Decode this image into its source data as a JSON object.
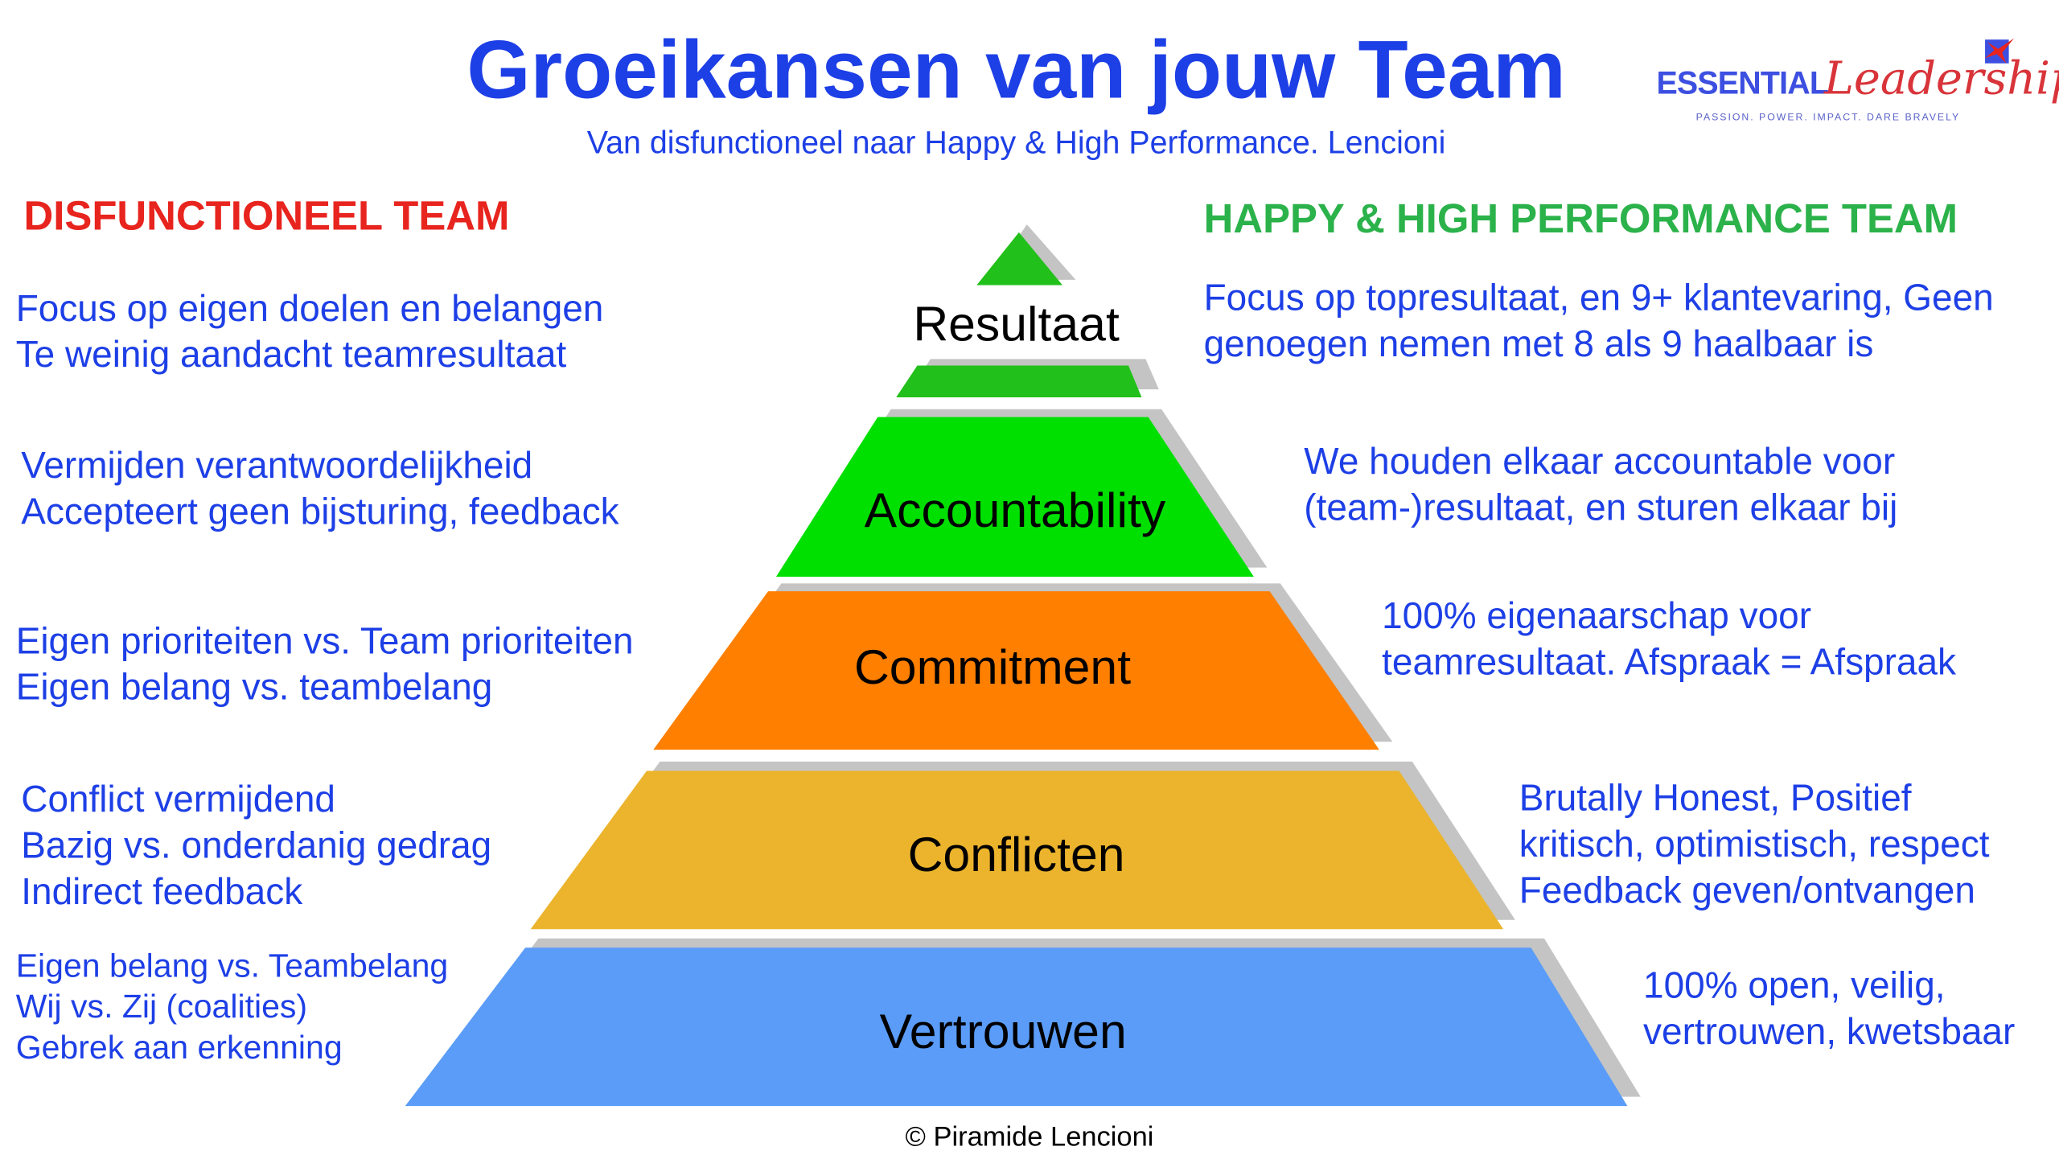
{
  "title": "Groeikansen van jouw Team",
  "subtitle": "Van disfunctioneel naar Happy & High Performance. Lencioni",
  "logo": {
    "brand": "ESSENTIAL",
    "script": "Leadership",
    "tagline": "PASSION. POWER. IMPACT. DARE BRAVELY"
  },
  "left_heading": "DISFUNCTIONEEL TEAM",
  "right_heading": "HAPPY & HIGH PERFORMANCE TEAM",
  "levels": [
    {
      "label": "Resultaat",
      "color": "#22c01a",
      "left": [
        "Focus op eigen doelen en belangen",
        "Te weinig aandacht teamresultaat"
      ],
      "right": [
        "Focus op topresultaat, en 9+ klantevaring, Geen",
        "genoegen nemen met 8 als 9 haalbaar is"
      ]
    },
    {
      "label": "Accountability",
      "color": "#00e000",
      "left": [
        "Vermijden verantwoordelijkheid",
        "Accepteert geen bijsturing, feedback"
      ],
      "right": [
        "We houden elkaar accountable voor",
        "(team-)resultaat, en sturen elkaar bij"
      ]
    },
    {
      "label": "Commitment",
      "color": "#ff7f00",
      "left": [
        "Eigen prioriteiten vs. Team prioriteiten",
        "Eigen belang vs. teambelang"
      ],
      "right": [
        "100% eigenaarschap voor",
        "teamresultaat. Afspraak = Afspraak"
      ]
    },
    {
      "label": "Conflicten",
      "color": "#ebb42c",
      "left": [
        "Conflict vermijdend",
        "Bazig vs. onderdanig gedrag",
        "Indirect feedback"
      ],
      "right": [
        "Brutally Honest, Positief",
        "kritisch, optimistisch, respect",
        "Feedback geven/ontvangen"
      ]
    },
    {
      "label": "Vertrouwen",
      "color": "#5a9cf8",
      "left": [
        "Eigen belang vs. Teambelang",
        "Wij vs. Zij (coalities)",
        "Gebrek aan erkenning"
      ],
      "right": [
        "100% open, veilig,",
        "vertrouwen, kwetsbaar"
      ]
    }
  ],
  "copyright": "© Piramide Lencioni"
}
